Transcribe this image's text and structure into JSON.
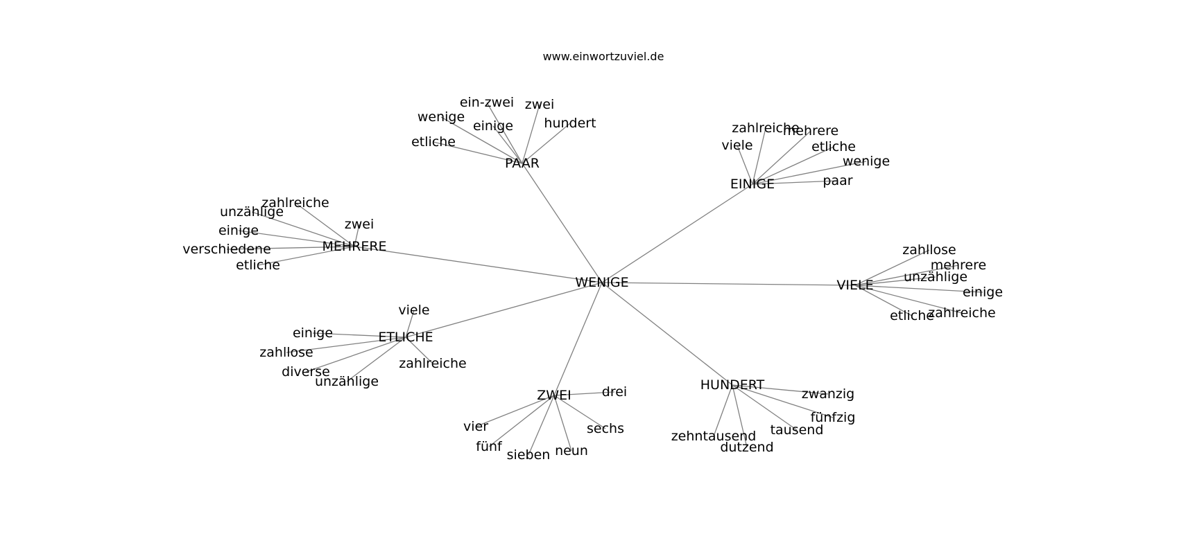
{
  "header": {
    "site": "www.einwortzuviel.de"
  },
  "graph": {
    "root": "WENIGE",
    "clusters": [
      {
        "name": "PAAR",
        "words": [
          "ein-zwei",
          "zwei",
          "wenige",
          "einige",
          "hundert",
          "etliche"
        ]
      },
      {
        "name": "EINIGE",
        "words": [
          "zahlreiche",
          "mehrere",
          "viele",
          "etliche",
          "wenige",
          "paar"
        ]
      },
      {
        "name": "MEHRERE",
        "words": [
          "zahlreiche",
          "unzählige",
          "zwei",
          "einige",
          "verschiedene",
          "etliche"
        ]
      },
      {
        "name": "VIELE",
        "words": [
          "zahllose",
          "mehrere",
          "unzählige",
          "einige",
          "zahlreiche",
          "etliche"
        ]
      },
      {
        "name": "ETLICHE",
        "words": [
          "viele",
          "einige",
          "zahllose",
          "diverse",
          "unzählige",
          "zahlreiche"
        ]
      },
      {
        "name": "HUNDERT",
        "words": [
          "zwanzig",
          "fünfzig",
          "tausend",
          "zehntausend",
          "dutzend"
        ]
      },
      {
        "name": "ZWEI",
        "words": [
          "drei",
          "vier",
          "sechs",
          "fünf",
          "neun",
          "sieben"
        ]
      }
    ]
  }
}
